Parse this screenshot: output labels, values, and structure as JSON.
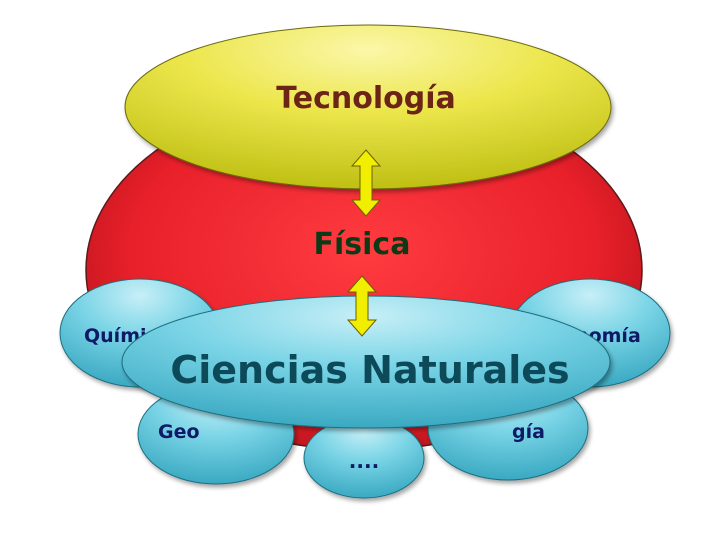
{
  "diagram": {
    "top_label": "Tecnología",
    "center_label": "Física",
    "bottom_label": "Ciencias Naturales",
    "left_partial_label": "Quími",
    "right_partial_label": "onomía",
    "bottom_left_partial_label": "Geo",
    "bottom_right_partial_label": "gía",
    "bottom_center_label": "....",
    "colors": {
      "big_ellipse": "#e8202a",
      "top_ellipse": "#e6e21a",
      "cyan_ellipse": "#5fc7dc",
      "arrow": "#f2ee00",
      "text_brown": "#6b2416",
      "text_navy": "#0e1a66",
      "text_teal": "#0c4a5a"
    }
  }
}
